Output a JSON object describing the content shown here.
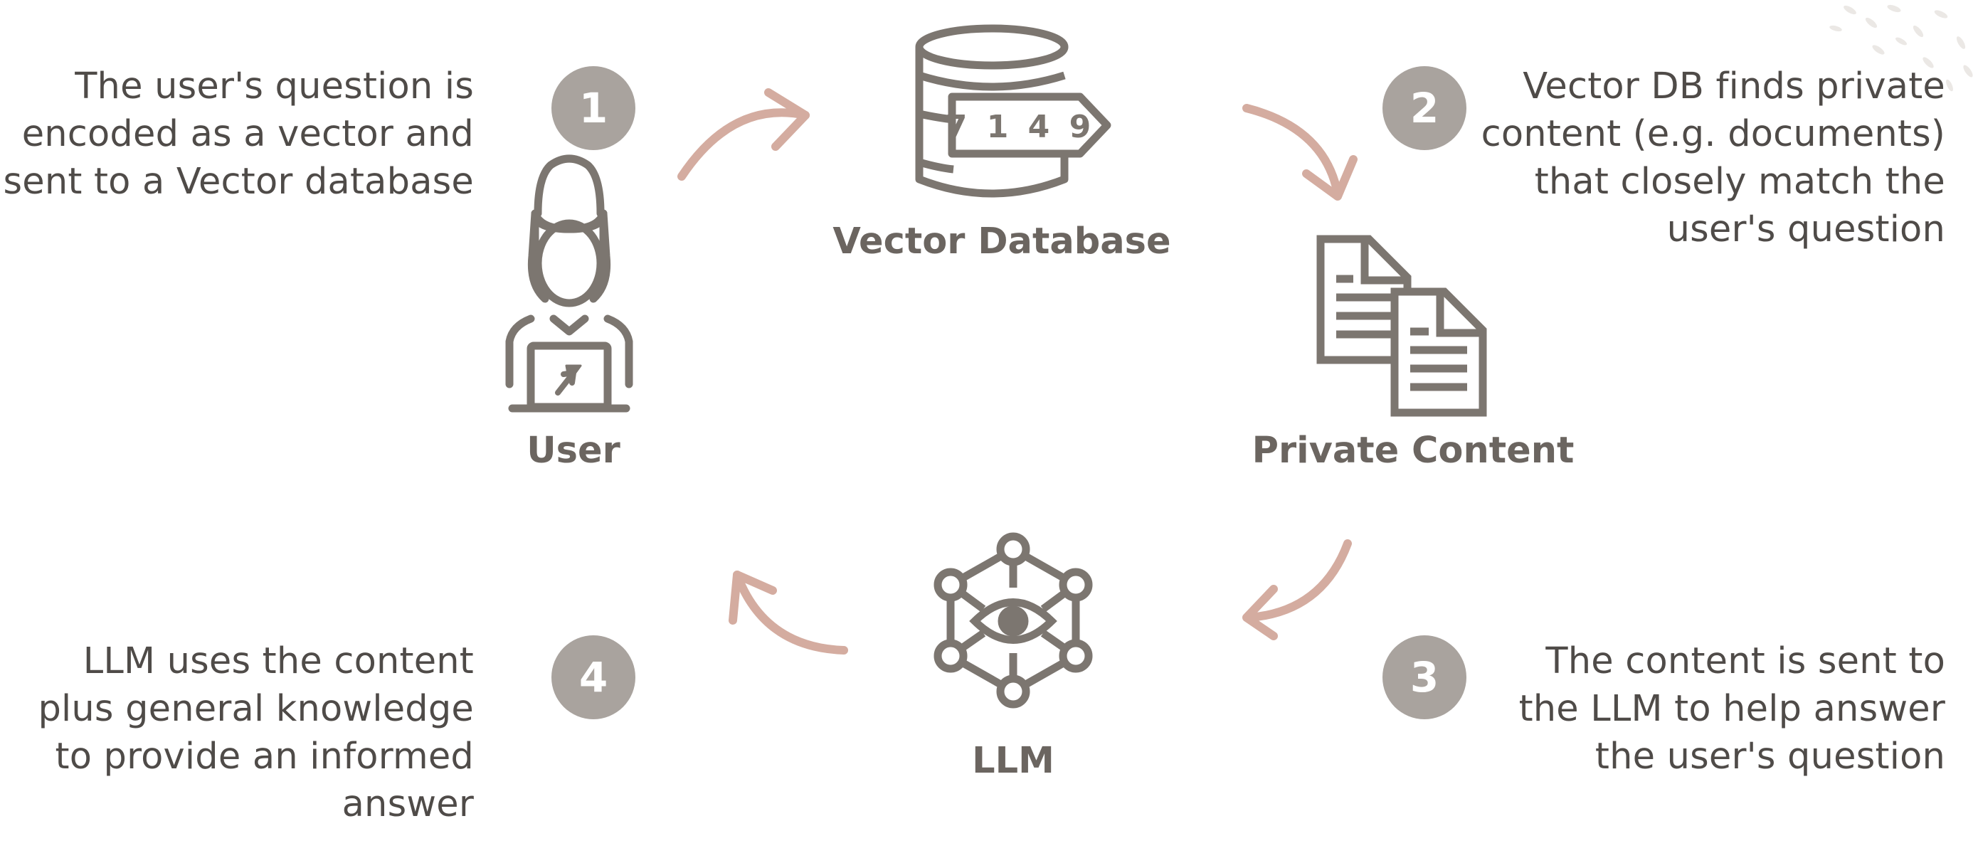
{
  "diagram": {
    "nodes": {
      "user": {
        "label": "User",
        "icon": "user-laptop-icon"
      },
      "vector_db": {
        "label": "Vector Database",
        "icon": "database-icon",
        "tag_text": "7 1 4 9"
      },
      "private_content": {
        "label": "Private Content",
        "icon": "documents-icon"
      },
      "llm": {
        "label": "LLM",
        "icon": "neural-network-eye-icon"
      }
    },
    "steps": [
      {
        "number": "1",
        "lines": [
          "The user's question is",
          "encoded as a vector and",
          "sent to a Vector database"
        ]
      },
      {
        "number": "2",
        "lines": [
          "Vector DB finds private",
          "content (e.g. documents)",
          "that closely match the",
          "user's question"
        ]
      },
      {
        "number": "3",
        "lines": [
          "The content is sent to",
          "the LLM to help answer",
          "the user's question"
        ]
      },
      {
        "number": "4",
        "lines": [
          "LLM uses the content",
          "plus general knowledge",
          "to provide an informed",
          "answer"
        ]
      }
    ]
  },
  "colors": {
    "icon": "#7c7670",
    "arrow": "#d4aca0",
    "badge": "#a9a39e",
    "text": "#4f4b48",
    "label": "#6b6560"
  }
}
